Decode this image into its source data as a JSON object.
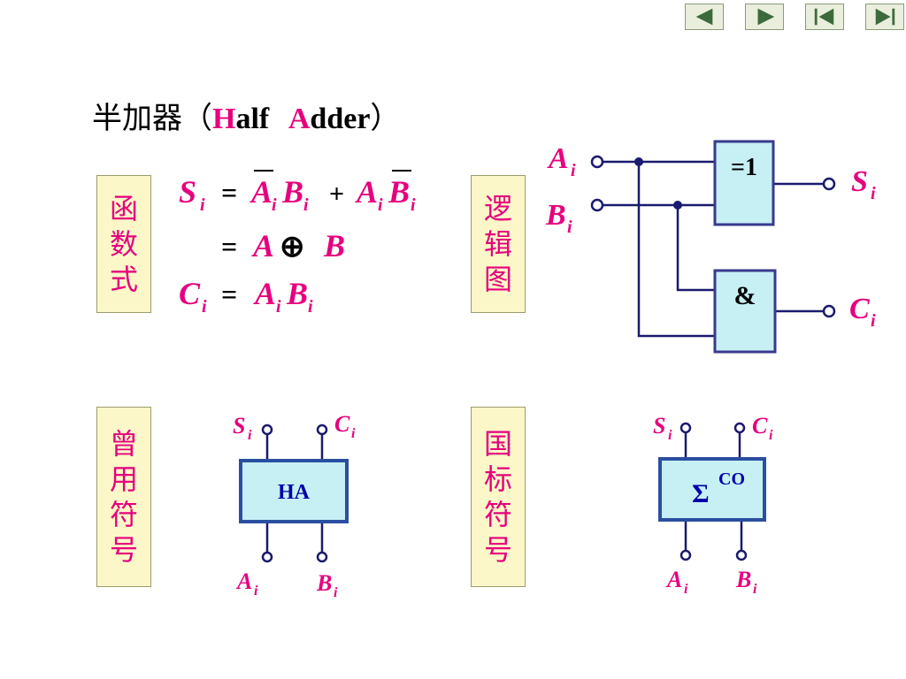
{
  "nav": {
    "prev_icon": "triangle-left-icon",
    "next_icon": "triangle-right-icon",
    "first_icon": "skip-first-icon",
    "last_icon": "skip-last-icon"
  },
  "title": {
    "cn": "半加器（",
    "h": "H",
    "alf": "alf",
    "a": "A",
    "dder": "dder",
    "close": "）"
  },
  "labels": {
    "func": [
      "函",
      "数",
      "式"
    ],
    "logic": [
      "逻",
      "辑",
      "图"
    ],
    "old_symbol": [
      "曾",
      "用",
      "符",
      "号"
    ],
    "std_symbol": [
      "国",
      "标",
      "符",
      "号"
    ]
  },
  "equations": {
    "S": "S",
    "C": "C",
    "A": "A",
    "B": "B",
    "i": "i",
    "eq": "=",
    "plus": "+",
    "xor": "⊕"
  },
  "gates": {
    "xor": "=1",
    "and": "&",
    "ha": "HA",
    "sigma": "Σ",
    "co": "CO"
  },
  "colors": {
    "accent": "#e6007e",
    "gate_fill": "#c6f0f4",
    "gate_border": "#3a3a8c",
    "label_bg": "#fbf7c8",
    "ha_border": "#2a4fa0"
  }
}
